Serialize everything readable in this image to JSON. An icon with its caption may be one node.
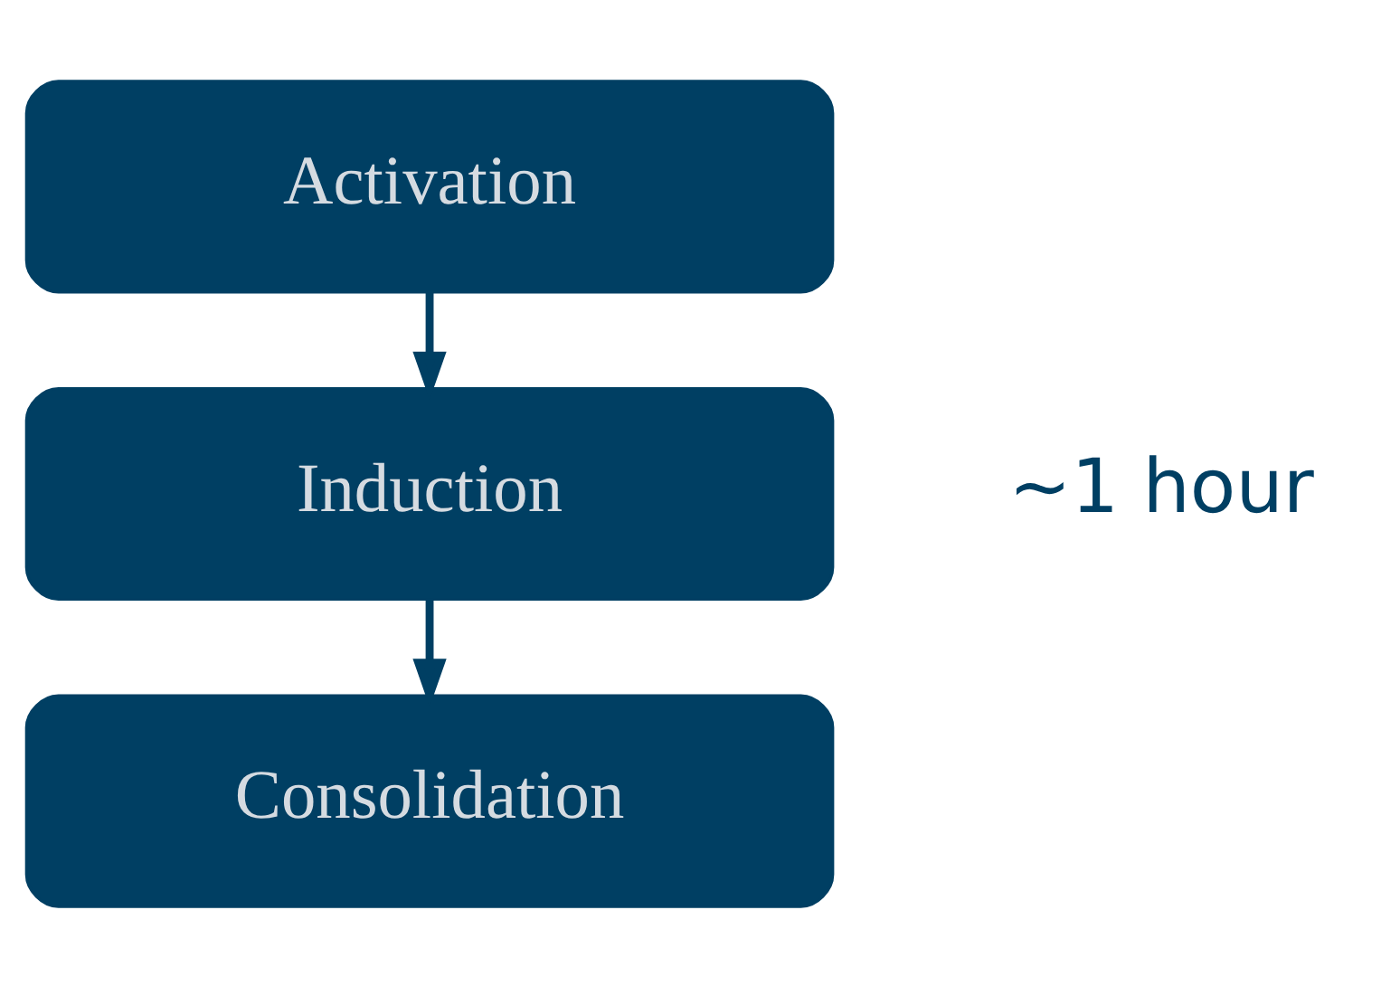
{
  "diagram": {
    "nodes": [
      {
        "text": [
          "Activation"
        ]
      },
      {
        "text": [
          "Induction"
        ]
      },
      {
        "text": [
          "Consolidation"
        ]
      }
    ],
    "edges": [
      {
        "from": 0,
        "to": 1,
        "arrow": "to"
      },
      {
        "from": 1,
        "to": 2,
        "arrow": "to"
      }
    ],
    "labels": [
      "~1 hour"
    ]
  }
}
